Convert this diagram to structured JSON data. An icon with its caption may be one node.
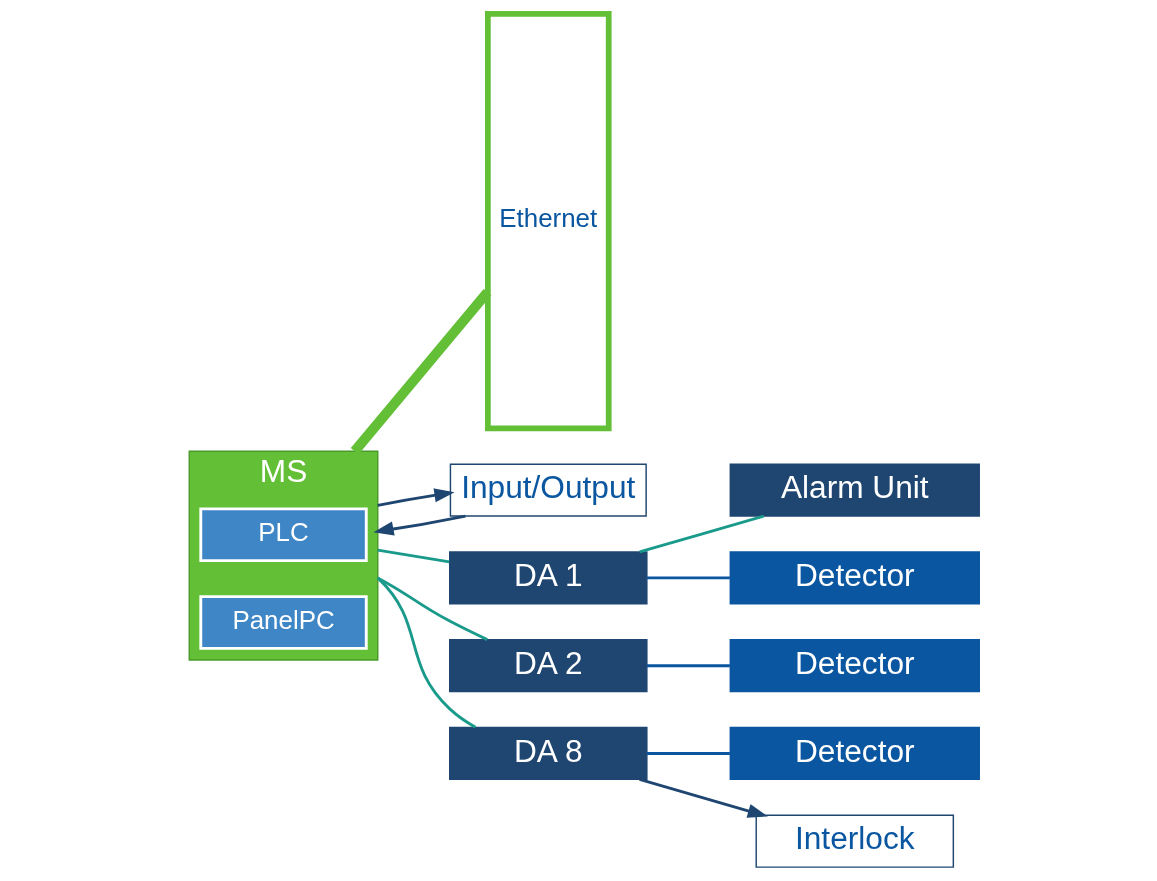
{
  "diagram": {
    "nodes": [
      {
        "text": [
          "Ethernet"
        ]
      },
      {
        "text": [
          "MS"
        ]
      },
      {
        "text": [
          "PLC"
        ],
        "in": 1
      },
      {
        "text": [
          "PanelPC"
        ],
        "in": 1
      },
      {
        "text": [
          "Input/Output"
        ]
      },
      {
        "text": [
          "Alarm Unit"
        ]
      },
      {
        "text": [
          "DA 1"
        ]
      },
      {
        "text": [
          "Detector"
        ]
      },
      {
        "text": [
          "DA 2"
        ]
      },
      {
        "text": [
          "Detector"
        ]
      },
      {
        "text": [
          "DA 8"
        ]
      },
      {
        "text": [
          "Detector"
        ]
      },
      {
        "text": [
          "Interlock"
        ]
      }
    ],
    "edges": [
      {
        "from": 0,
        "to": 1,
        "arrow": "none",
        "color": "#62bf36",
        "style": "thick"
      },
      {
        "from": 1,
        "to": 6,
        "arrow": "none"
      },
      {
        "from": 1,
        "to": 8,
        "arrow": "none"
      },
      {
        "from": 1,
        "to": 10,
        "arrow": "none"
      },
      {
        "from": 6,
        "to": 5,
        "arrow": "none"
      },
      {
        "from": 6,
        "to": 7,
        "arrow": "none",
        "color": "#0a56a0"
      },
      {
        "from": 8,
        "to": 9,
        "arrow": "none",
        "color": "#0a56a0"
      },
      {
        "from": 10,
        "to": 11,
        "arrow": "none",
        "color": "#0a56a0"
      },
      {
        "from": 4,
        "to": 1,
        "arrow": "to",
        "color": "#1f4670"
      },
      {
        "from": 1,
        "to": 4,
        "arrow": "to",
        "color": "#1f4670"
      },
      {
        "from": 10,
        "to": 12,
        "arrow": "to",
        "color": "#1f4670"
      }
    ]
  }
}
